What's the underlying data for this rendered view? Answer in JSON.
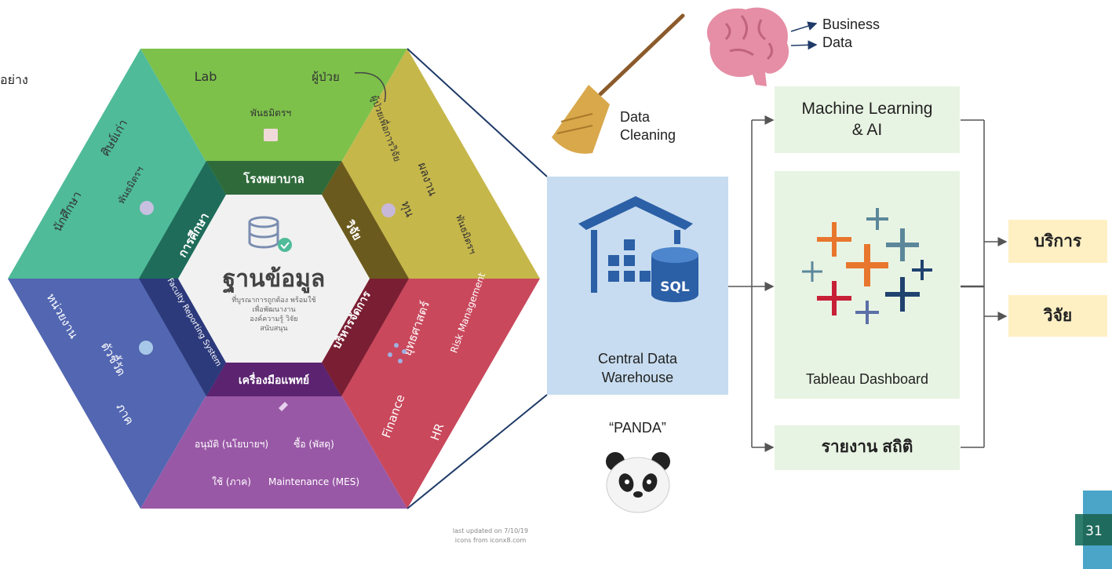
{
  "page": {
    "corner_text": "อย่าง",
    "page_number": "31"
  },
  "hexagon": {
    "center_title": "ฐานข้อมูล",
    "center_desc": [
      "ที่บูรณาการถูกต้อง พร้อมใช้",
      "เพื่อพัฒนางาน",
      "องค์ความรู้ วิจัย",
      "สนับสนุน"
    ],
    "inner_labels": [
      "โรงพยาบาล",
      "วิจัย",
      "บริหารจัดการ",
      "เครื่องมือแพทย์",
      "Faculty Reporting System",
      "การศึกษา"
    ],
    "top": [
      "Lab",
      "ผู้ป่วย",
      "พันธมิตรฯ"
    ],
    "upper_right": [
      "ผู้ป่วยเพื่อการวิจัย",
      "ผลงาน",
      "ทุน",
      "พันธมิตรฯ"
    ],
    "lower_right": [
      "ยุทธศาสตร์",
      "Risk Management",
      "Finance",
      "HR"
    ],
    "bottom": [
      "อนุมัติ (นโยบายฯ)",
      "ซื้อ (พัสดุ)",
      "ใช้ (ภาค)",
      "Maintenance (MES)"
    ],
    "lower_left": [
      "หน่วยงาน",
      "ตัวชี้วัด",
      "ภาค"
    ],
    "upper_left": [
      "ศิษย์เก่า",
      "พันธมิตรฯ",
      "นักศึกษา"
    ],
    "footnote": [
      "last updated on 7/10/19",
      "icons from iconx8.com"
    ]
  },
  "colors": {
    "green": "#7dc14b",
    "olive": "#c6b74b",
    "red": "#c9485c",
    "purple": "#9958a6",
    "blue": "#5266b1",
    "teal": "#4fbb99",
    "box_green": "#e8f4e3",
    "box_yellow": "#fff0c4",
    "warehouse": "#c7dcf0"
  },
  "flow": {
    "brain_outputs": [
      "Business",
      "Data"
    ],
    "broom_label": [
      "Data",
      "Cleaning"
    ],
    "warehouse_label": [
      "Central Data",
      "Warehouse"
    ],
    "sql_label": "SQL",
    "panda_label": "“PANDA”",
    "ml_label": [
      "Machine Learning",
      "& AI"
    ],
    "tableau_label": "Tableau Dashboard",
    "report_label": "รายงาน สถิติ",
    "outputs": [
      "บริการ",
      "วิจัย"
    ]
  }
}
